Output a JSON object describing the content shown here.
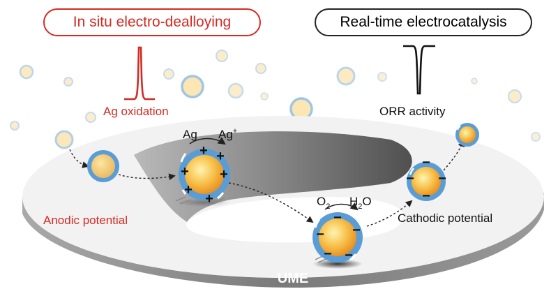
{
  "titles": {
    "left": "In situ electro-dealloying",
    "right": "Real-time electrocatalysis"
  },
  "labels": {
    "ag_oxidation": "Ag oxidation",
    "orr_activity": "ORR activity",
    "anodic": "Anodic potential",
    "cathodic": "Cathodic potential",
    "ume": "UME"
  },
  "reactions": {
    "ag": "Ag",
    "ag_plus_base": "Ag",
    "ag_plus_sup": "+",
    "o2_base": "O",
    "o2_sub": "2",
    "h2o_h": "H",
    "h2o_sub": "2",
    "h2o_o": "O"
  },
  "charges": {
    "positive": "+",
    "negative": "−"
  },
  "colors": {
    "accent_red": "#d42a22",
    "core_orange": "#f3a32c",
    "shell_blue": "#5a9dd6",
    "disk_gray": "#8f8f8f"
  }
}
